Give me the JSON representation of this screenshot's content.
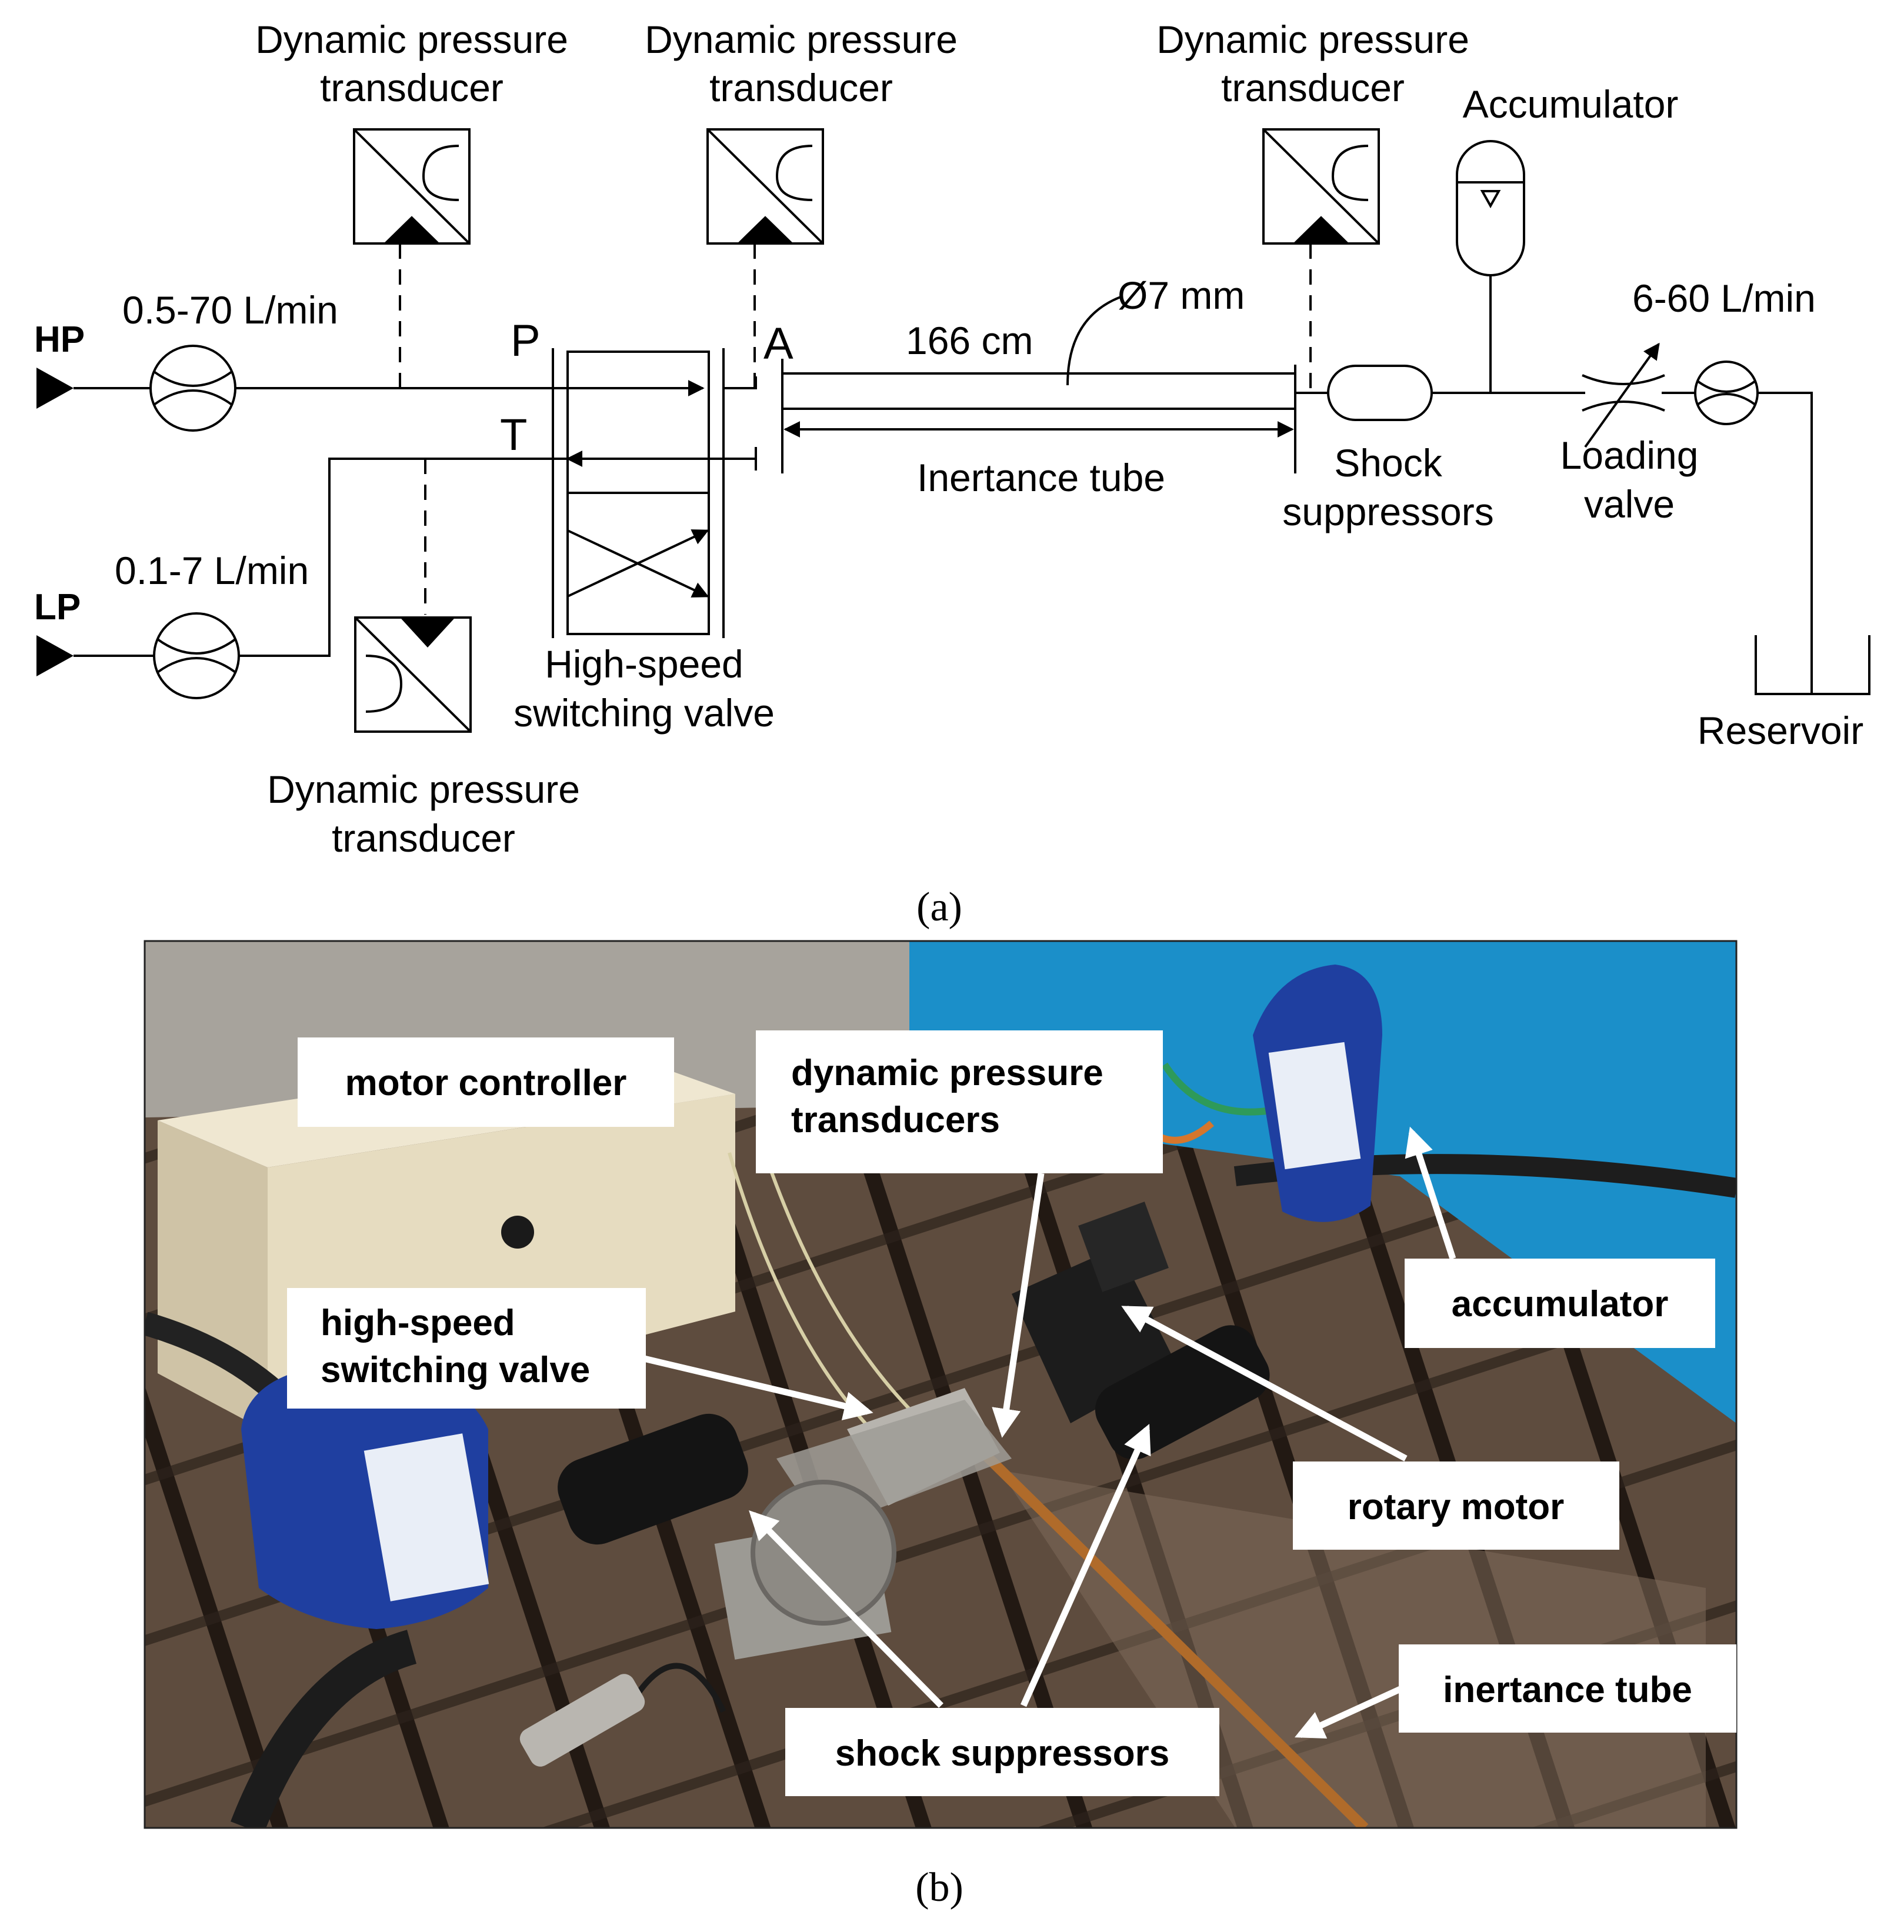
{
  "schematic": {
    "ports": {
      "hp": "HP",
      "lp": "LP",
      "p": "P",
      "t": "T",
      "a": "A"
    },
    "flow_hp": "0.5-70 L/min",
    "flow_lp": "0.1-7 L/min",
    "flow_load": "6-60 L/min",
    "transducer_line1": "Dynamic pressure",
    "transducer_line2": "transducer",
    "valve_line1": "High-speed",
    "valve_line2": "switching valve",
    "tube_length": "166 cm",
    "tube_diameter": "Ø7 mm",
    "tube_label": "Inertance tube",
    "shock_line1": "Shock",
    "shock_line2": "suppressors",
    "accumulator": "Accumulator",
    "loading_line1": "Loading",
    "loading_line2": "valve",
    "reservoir": "Reservoir",
    "caption": "(a)"
  },
  "photo": {
    "callouts": {
      "motor_controller": "motor controller",
      "dpt_line1": "dynamic pressure",
      "dpt_line2": "transducers",
      "valve_line1": "high-speed",
      "valve_line2": "switching valve",
      "accumulator": "accumulator",
      "rotary_motor": "rotary motor",
      "inertance_tube": "inertance tube",
      "shock_suppressors": "shock suppressors"
    },
    "caption": "(b)",
    "colors": {
      "bench": "#5b4a3c",
      "blue_floor": "#1b8fc9",
      "accumulator_blue": "#1f3fa0",
      "controller_box": "#e6dcc0"
    }
  }
}
